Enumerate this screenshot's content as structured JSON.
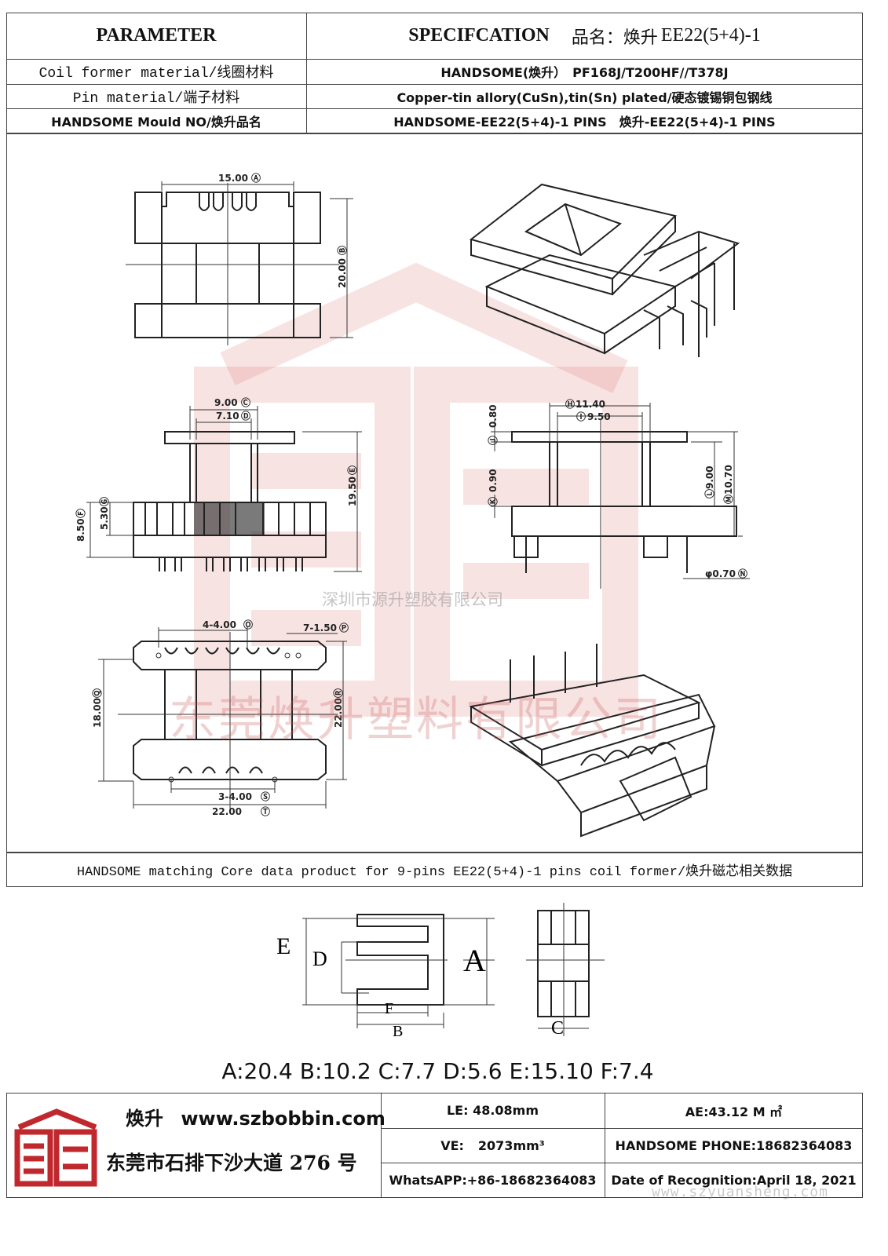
{
  "header": {
    "parameter_label": "PARAMETER",
    "specification_label": "SPECIFCATION",
    "product_name_prefix": "品名：焕升",
    "product_name_model": "EE22(5+4)-1"
  },
  "params": [
    {
      "label": "Coil former material/线圈材料",
      "value": "HANDSOME(焕升）　PF168J/T200HF//T378J"
    },
    {
      "label": "Pin material/端子材料",
      "value": "Copper-tin allory(CuSn),tin(Sn) plated/硬态镀锡铜包钢线"
    },
    {
      "label": "HANDSOME Mould NO/焕升品名",
      "value": "HANDSOME-EE22(5+4)-1 PINS　焕升-EE22(5+4)-1 PINS"
    }
  ],
  "drawing": {
    "top_view": {
      "width": "15.00",
      "width_mark": "Ⓐ",
      "height": "20.00",
      "height_mark": "Ⓑ"
    },
    "side_view": {
      "d1": "9.00",
      "d1_mark": "Ⓒ",
      "d2": "7.10",
      "d2_mark": "Ⓓ",
      "d3": "19.50",
      "d3_mark": "Ⓔ",
      "d4": "8.50",
      "d4_mark": "Ⓕ",
      "d5": "5.30",
      "d5_mark": "Ⓖ"
    },
    "end_view": {
      "d1": "11.40",
      "d1_mark": "Ⓗ",
      "d2": "9.50",
      "d2_mark": "Ⓘ",
      "d3": "0.80",
      "d3_mark": "Ⓙ",
      "d4": "0.90",
      "d4_mark": "Ⓚ",
      "d5": "9.00",
      "d5_mark": "Ⓛ",
      "d6": "10.70",
      "d6_mark": "Ⓜ",
      "pin_dia": "φ0.70",
      "pin_dia_mark": "Ⓝ"
    },
    "bottom_view": {
      "pitch_top": "4-4.00",
      "pitch_top_mark": "Ⓞ",
      "pin_top": "7-1.50",
      "pin_top_mark": "Ⓟ",
      "height_left": "18.00",
      "height_left_mark": "Ⓠ",
      "height_right": "22.00",
      "height_right_mark": "Ⓡ",
      "pitch_bottom": "3-4.00",
      "pitch_bottom_mark": "Ⓢ",
      "width": "22.00",
      "width_mark": "Ⓣ"
    },
    "watermark_company": "深圳市源升塑胶有限公司",
    "watermark_big": "东莞焕升塑料有限公司"
  },
  "core_section": {
    "title": "HANDSOME matching Core data  product for 9-pins EE22(5+4)-1 pins coil former/焕升磁芯相关数据",
    "labels": {
      "a": "A",
      "b": "B",
      "c": "C",
      "d": "D",
      "e": "E",
      "f": "F"
    },
    "dimensions": "A:20.4 B:10.2 C:7.7 D:5.6 E:15.10 F:7.4"
  },
  "footer": {
    "brand": "焕升",
    "website": "www.szbobbin.com",
    "address": "东莞市石排下沙大道 276 号",
    "le": "LE: 48.08mm",
    "ae": "AE:43.12 M ㎡",
    "ve_label": "VE:",
    "ve_value": "2073mm³",
    "phone": "HANDSOME PHONE:18682364083",
    "whatsapp": "WhatsAPP:+86-18682364083",
    "date": "Date of Recognition:April 18, 2021",
    "watermark_url": "www.szyuansheng.com"
  },
  "colors": {
    "logo_red": "#c0282d",
    "border": "#444444"
  }
}
